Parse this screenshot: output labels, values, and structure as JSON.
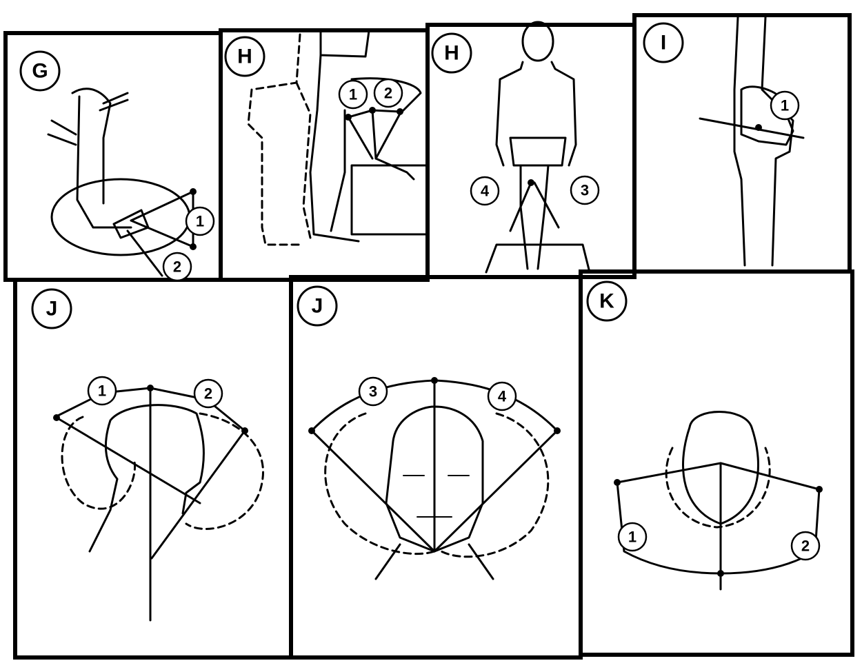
{
  "panels": [
    {
      "id": "G",
      "label": "G",
      "markers": [
        "1",
        "2"
      ]
    },
    {
      "id": "H1",
      "label": "H",
      "markers": [
        "1",
        "2"
      ]
    },
    {
      "id": "H2",
      "label": "H",
      "markers": [
        "4",
        "3"
      ]
    },
    {
      "id": "I",
      "label": "I",
      "markers": [
        "1"
      ]
    },
    {
      "id": "J1",
      "label": "J",
      "markers": [
        "1",
        "2"
      ]
    },
    {
      "id": "J2",
      "label": "J",
      "markers": [
        "3",
        "4"
      ]
    },
    {
      "id": "K",
      "label": "K",
      "markers": [
        "1",
        "2"
      ]
    }
  ]
}
